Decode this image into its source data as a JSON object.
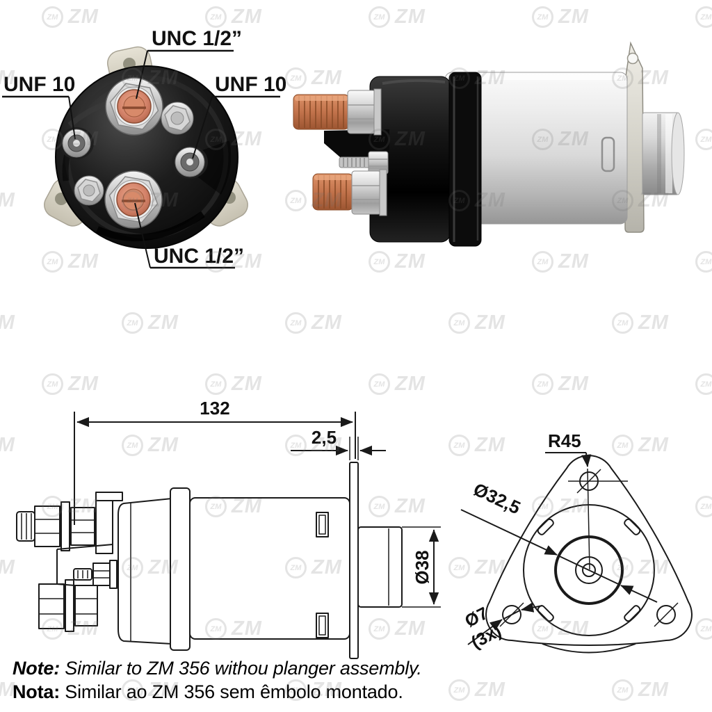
{
  "watermark": {
    "label": "ZM"
  },
  "rear_photo": {
    "label_top": "UNC 1/2”",
    "label_left": "UNF 10",
    "label_right": "UNF 10",
    "label_bottom": "UNC 1/2”"
  },
  "side_drawing": {
    "dim_length": "132",
    "dim_flange_thickness": "2,5",
    "dim_boss_diameter": "Ø38"
  },
  "rear_drawing": {
    "dim_mount_radius": "R45",
    "dim_center_diameter": "Ø32,5",
    "dim_hole_diameter": "Ø7",
    "dim_hole_count": "(3x)"
  },
  "notes": {
    "en_label": "Note:",
    "en_text": " Similar to ZM 356 withou planger assembly.",
    "pt_label": "Nota:",
    "pt_text": " Similar ao ZM 356 sem êmbolo montado."
  }
}
